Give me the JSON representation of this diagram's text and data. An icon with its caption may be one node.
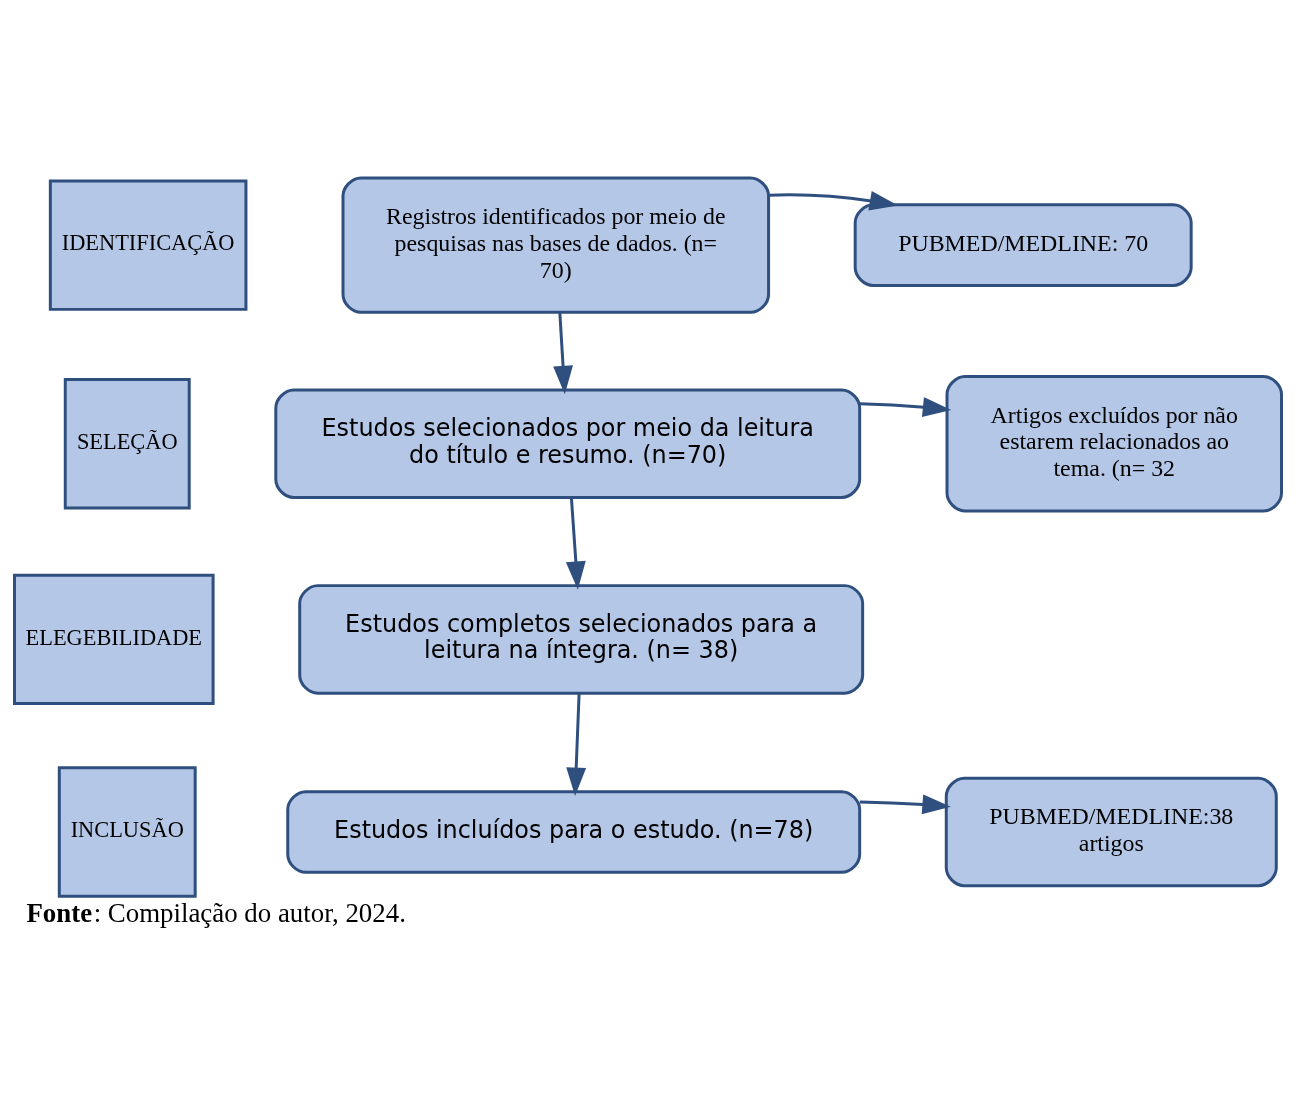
{
  "diagram": {
    "caption": "**Fonte**: Compilação do autor, 2024.",
    "nodes": [
      {
        "text": [
          "IDENTIFICAÇÃO"
        ]
      },
      {
        "text": [
          "Registros identificados por meio de pesquisas nas bases de dados. (n= 70)"
        ]
      },
      {
        "text": [
          "PUBMED/MEDLINE: 70"
        ]
      },
      {
        "text": [
          "SELEÇÃO"
        ]
      },
      {
        "text": [
          "Estudos selecionados por meio da leitura do título e resumo. (n=70)"
        ]
      },
      {
        "text": [
          "Artigos excluídos por não estarem relacionados ao tema. (n= 32"
        ]
      },
      {
        "text": [
          "ELEGEBILIDADE"
        ]
      },
      {
        "text": [
          "Estudos completos selecionados para a leitura na íntegra. (n= 38)"
        ]
      },
      {
        "text": [
          "INCLUSÃO"
        ]
      },
      {
        "text": [
          "Estudos incluídos para o estudo. (n=78)"
        ]
      },
      {
        "text": [
          "PUBMED/MEDLINE:38 artigos"
        ]
      }
    ],
    "edges": [
      {
        "from": 1,
        "to": 2,
        "arrow": "to"
      },
      {
        "from": 1,
        "to": 4,
        "arrow": "to"
      },
      {
        "from": 4,
        "to": 5,
        "arrow": "to"
      },
      {
        "from": 4,
        "to": 7,
        "arrow": "to"
      },
      {
        "from": 7,
        "to": 9,
        "arrow": "to"
      },
      {
        "from": 9,
        "to": 10,
        "arrow": "to"
      }
    ]
  }
}
